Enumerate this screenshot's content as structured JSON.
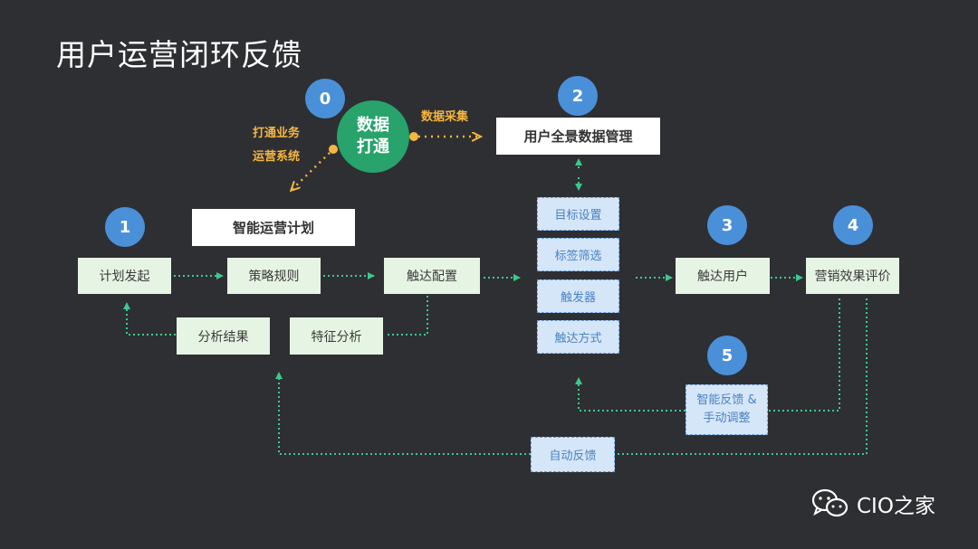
{
  "title": "用户运营闭环反馈",
  "hub": {
    "line1": "数据",
    "line2": "打通"
  },
  "steps": {
    "s0": "0",
    "s1": "1",
    "s2": "2",
    "s3": "3",
    "s4": "4",
    "s5": "5"
  },
  "labels": {
    "connect_line1": "打通业务",
    "connect_line2": "运营系统",
    "collect": "数据采集"
  },
  "plan_title": "智能运营计划",
  "data_mgmt": "用户全景数据管理",
  "flow": {
    "plan_start": "计划发起",
    "strategy": "策略规则",
    "reach_config": "触达配置",
    "reach_user": "触达用户",
    "eval": "营销效果评价",
    "analysis_result": "分析结果",
    "feature_analysis": "特征分析"
  },
  "config_items": [
    "目标设置",
    "标签筛选",
    "触发器",
    "触达方式"
  ],
  "smart_feedback": {
    "line1": "智能反馈 &",
    "line2": "手动调整"
  },
  "auto_feedback": "自动反馈",
  "brand": "CIO之家",
  "colors": {
    "background": "#2e2f33",
    "green_box": "#e6f4e3",
    "blue_box": "#d5e6f8",
    "step_circle": "#4a90d9",
    "hub": "#27a36b",
    "orange": "#f5b640",
    "teal_line": "#3cc98c"
  }
}
